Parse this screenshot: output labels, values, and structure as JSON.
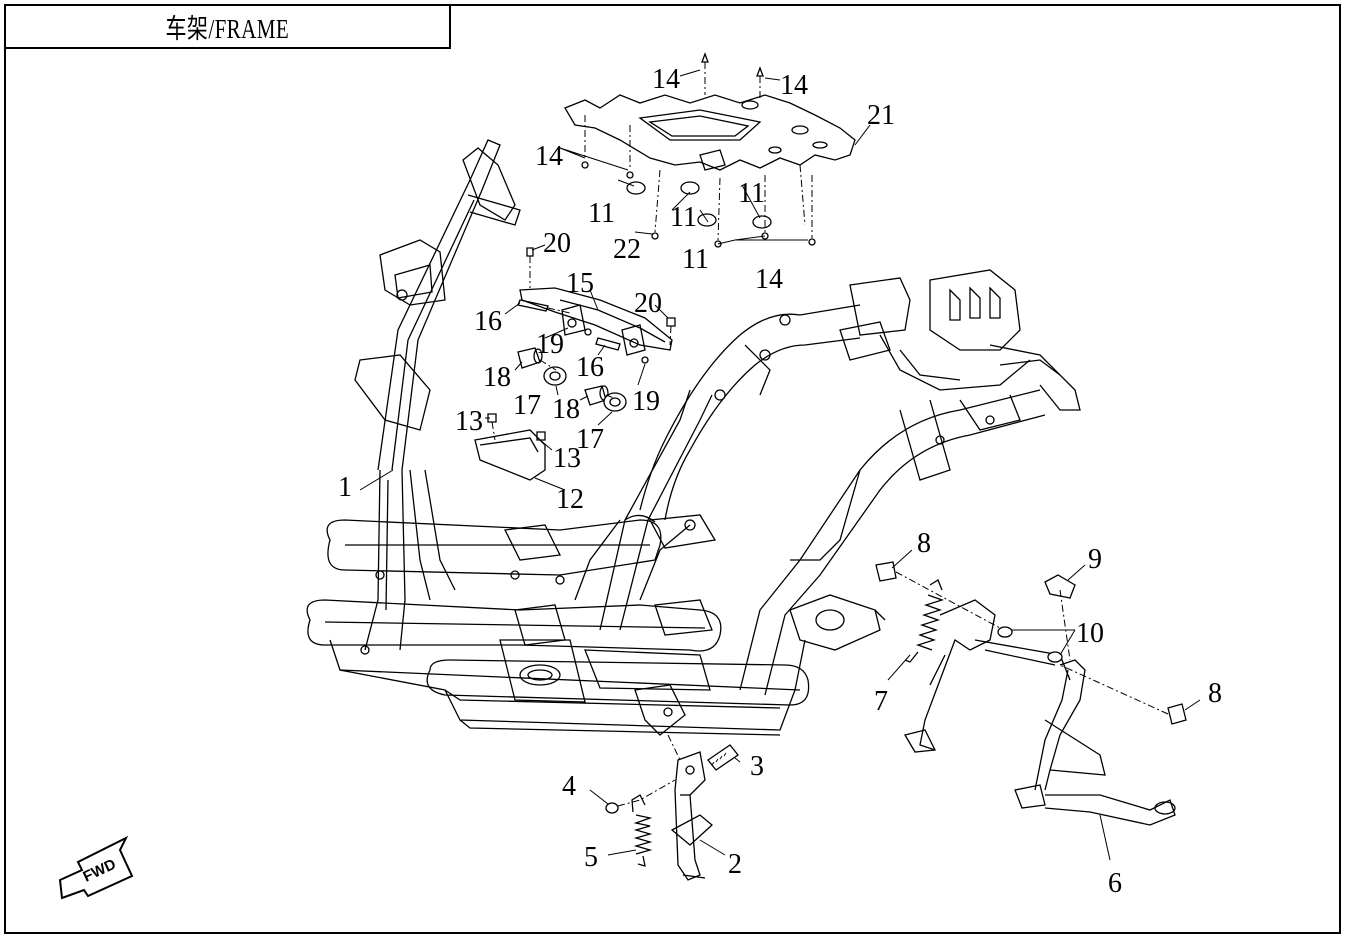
{
  "title": "车架/FRAME",
  "fwd_label": "FWD",
  "callouts": {
    "c1": "1",
    "c2": "2",
    "c3": "3",
    "c4": "4",
    "c5": "5",
    "c6": "6",
    "c7": "7",
    "c8a": "8",
    "c8b": "8",
    "c9": "9",
    "c10": "10",
    "c11a": "11",
    "c11b": "11",
    "c11c": "11",
    "c11d": "11",
    "c12": "12",
    "c13a": "13",
    "c13b": "13",
    "c14a": "14",
    "c14b": "14",
    "c14c": "14",
    "c14d": "14",
    "c15": "15",
    "c16a": "16",
    "c16b": "16",
    "c17a": "17",
    "c17b": "17",
    "c18a": "18",
    "c18b": "18",
    "c19a": "19",
    "c19b": "19",
    "c20a": "20",
    "c20b": "20",
    "c21": "21",
    "c22": "22"
  }
}
